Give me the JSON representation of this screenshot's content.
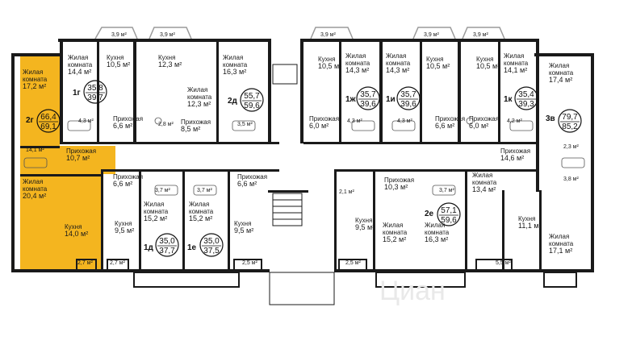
{
  "colors": {
    "highlight": "#f4b51f",
    "wall": "#1a1a1a",
    "window": "#9a9a9a",
    "background": "#ffffff"
  },
  "watermark": "Циан",
  "apartments": [
    {
      "id": "2г",
      "area_living": "66,4",
      "area_total": "69,1"
    },
    {
      "id": "1г",
      "area_living": "35,8",
      "area_total": "39,7"
    },
    {
      "id": "2д",
      "area_living": "55,7",
      "area_total": "59,6"
    },
    {
      "id": "1ж",
      "area_living": "35,7",
      "area_total": "39,6"
    },
    {
      "id": "1и",
      "area_living": "35,7",
      "area_total": "39,6"
    },
    {
      "id": "1к",
      "area_living": "35,4",
      "area_total": "39,3"
    },
    {
      "id": "3в",
      "area_living": "79,7",
      "area_total": "85,2"
    },
    {
      "id": "1д",
      "area_living": "35,0",
      "area_total": "37,7"
    },
    {
      "id": "1е",
      "area_living": "35,0",
      "area_total": "37,5"
    },
    {
      "id": "2е",
      "area_living": "57,1",
      "area_total": "59,6"
    }
  ],
  "balconies": [
    {
      "label": "3,9 м²"
    },
    {
      "label": "3,9 м²"
    },
    {
      "label": "3,9 м²"
    },
    {
      "label": "3,9 м²"
    },
    {
      "label": "3,9 м²"
    },
    {
      "label": "2,7 м²"
    },
    {
      "label": "2,7 м²"
    },
    {
      "label": "2,5 м²"
    },
    {
      "label": "2,5 м²"
    },
    {
      "label": "5,5 м²"
    },
    {
      "label": "2,7 м²"
    }
  ],
  "rooms": [
    {
      "lines": [
        "Жилая",
        "комната",
        "17,2 м²"
      ]
    },
    {
      "lines": [
        "14,1 м²"
      ]
    },
    {
      "lines": [
        "Прихожая",
        "10,7 м²"
      ]
    },
    {
      "lines": [
        "Жилая",
        "комната",
        "20,4 м²"
      ]
    },
    {
      "lines": [
        "Кухня",
        "14,0 м²"
      ]
    },
    {
      "lines": [
        "Жилая",
        "комната",
        "14,4 м²"
      ]
    },
    {
      "lines": [
        "Кухня",
        "10,5 м²"
      ]
    },
    {
      "lines": [
        "4,3 м²"
      ]
    },
    {
      "lines": [
        "Прихожая",
        "6,6 м²"
      ]
    },
    {
      "lines": [
        "Кухня",
        "12,3 м²"
      ]
    },
    {
      "lines": [
        "Жилая",
        "комната",
        "16,3 м²"
      ]
    },
    {
      "lines": [
        "Жилая",
        "комната",
        "12,3 м²"
      ]
    },
    {
      "lines": [
        "2,8 м²"
      ]
    },
    {
      "lines": [
        "Прихожая",
        "8,5 м²"
      ]
    },
    {
      "lines": [
        "3,5 м²"
      ]
    },
    {
      "lines": [
        "Кухня",
        "10,5 м²"
      ]
    },
    {
      "lines": [
        "Жилая",
        "комната",
        "14,3 м²"
      ]
    },
    {
      "lines": [
        "Прихожая",
        "6,0 м²"
      ]
    },
    {
      "lines": [
        "4,3 м²"
      ]
    },
    {
      "lines": [
        "Жилая",
        "комната",
        "14,3 м²"
      ]
    },
    {
      "lines": [
        "Кухня",
        "10,5 м²"
      ]
    },
    {
      "lines": [
        "4,3 м²"
      ]
    },
    {
      "lines": [
        "Прихожая",
        "6,6 м²"
      ]
    },
    {
      "lines": [
        "Кухня",
        "10,5 м²"
      ]
    },
    {
      "lines": [
        "Жилая",
        "комната",
        "14,1 м²"
      ]
    },
    {
      "lines": [
        "Прихожая",
        "6,0 м²"
      ]
    },
    {
      "lines": [
        "4,2 м²"
      ]
    },
    {
      "lines": [
        "Жилая",
        "комната",
        "17,4 м²"
      ]
    },
    {
      "lines": [
        "Прихожая",
        "14,6 м²"
      ]
    },
    {
      "lines": [
        "2,3 м²"
      ]
    },
    {
      "lines": [
        "3,8 м²"
      ]
    },
    {
      "lines": [
        "Жилая",
        "комната",
        "13,4 м²"
      ]
    },
    {
      "lines": [
        "Кухня",
        "11,1 м²"
      ]
    },
    {
      "lines": [
        "Жилая",
        "комната",
        "17,1 м²"
      ]
    },
    {
      "lines": [
        "Прихожая",
        "6,6 м²"
      ]
    },
    {
      "lines": [
        "3,7 м²"
      ]
    },
    {
      "lines": [
        "Кухня",
        "9,5 м²"
      ]
    },
    {
      "lines": [
        "Жилая",
        "комната",
        "15,2 м²"
      ]
    },
    {
      "lines": [
        "3,7 м²"
      ]
    },
    {
      "lines": [
        "Прихожая",
        "6,6 м²"
      ]
    },
    {
      "lines": [
        "Жилая",
        "комната",
        "15,2 м²"
      ]
    },
    {
      "lines": [
        "Кухня",
        "9,5 м²"
      ]
    },
    {
      "lines": [
        "2,1 м²"
      ]
    },
    {
      "lines": [
        "Кухня",
        "9,5 м²"
      ]
    },
    {
      "lines": [
        "Прихожая",
        "10,3 м²"
      ]
    },
    {
      "lines": [
        "3,7 м²"
      ]
    },
    {
      "lines": [
        "Жилая",
        "комната",
        "15,2 м²"
      ]
    },
    {
      "lines": [
        "Жилая",
        "комната",
        "16,3 м²"
      ]
    }
  ]
}
